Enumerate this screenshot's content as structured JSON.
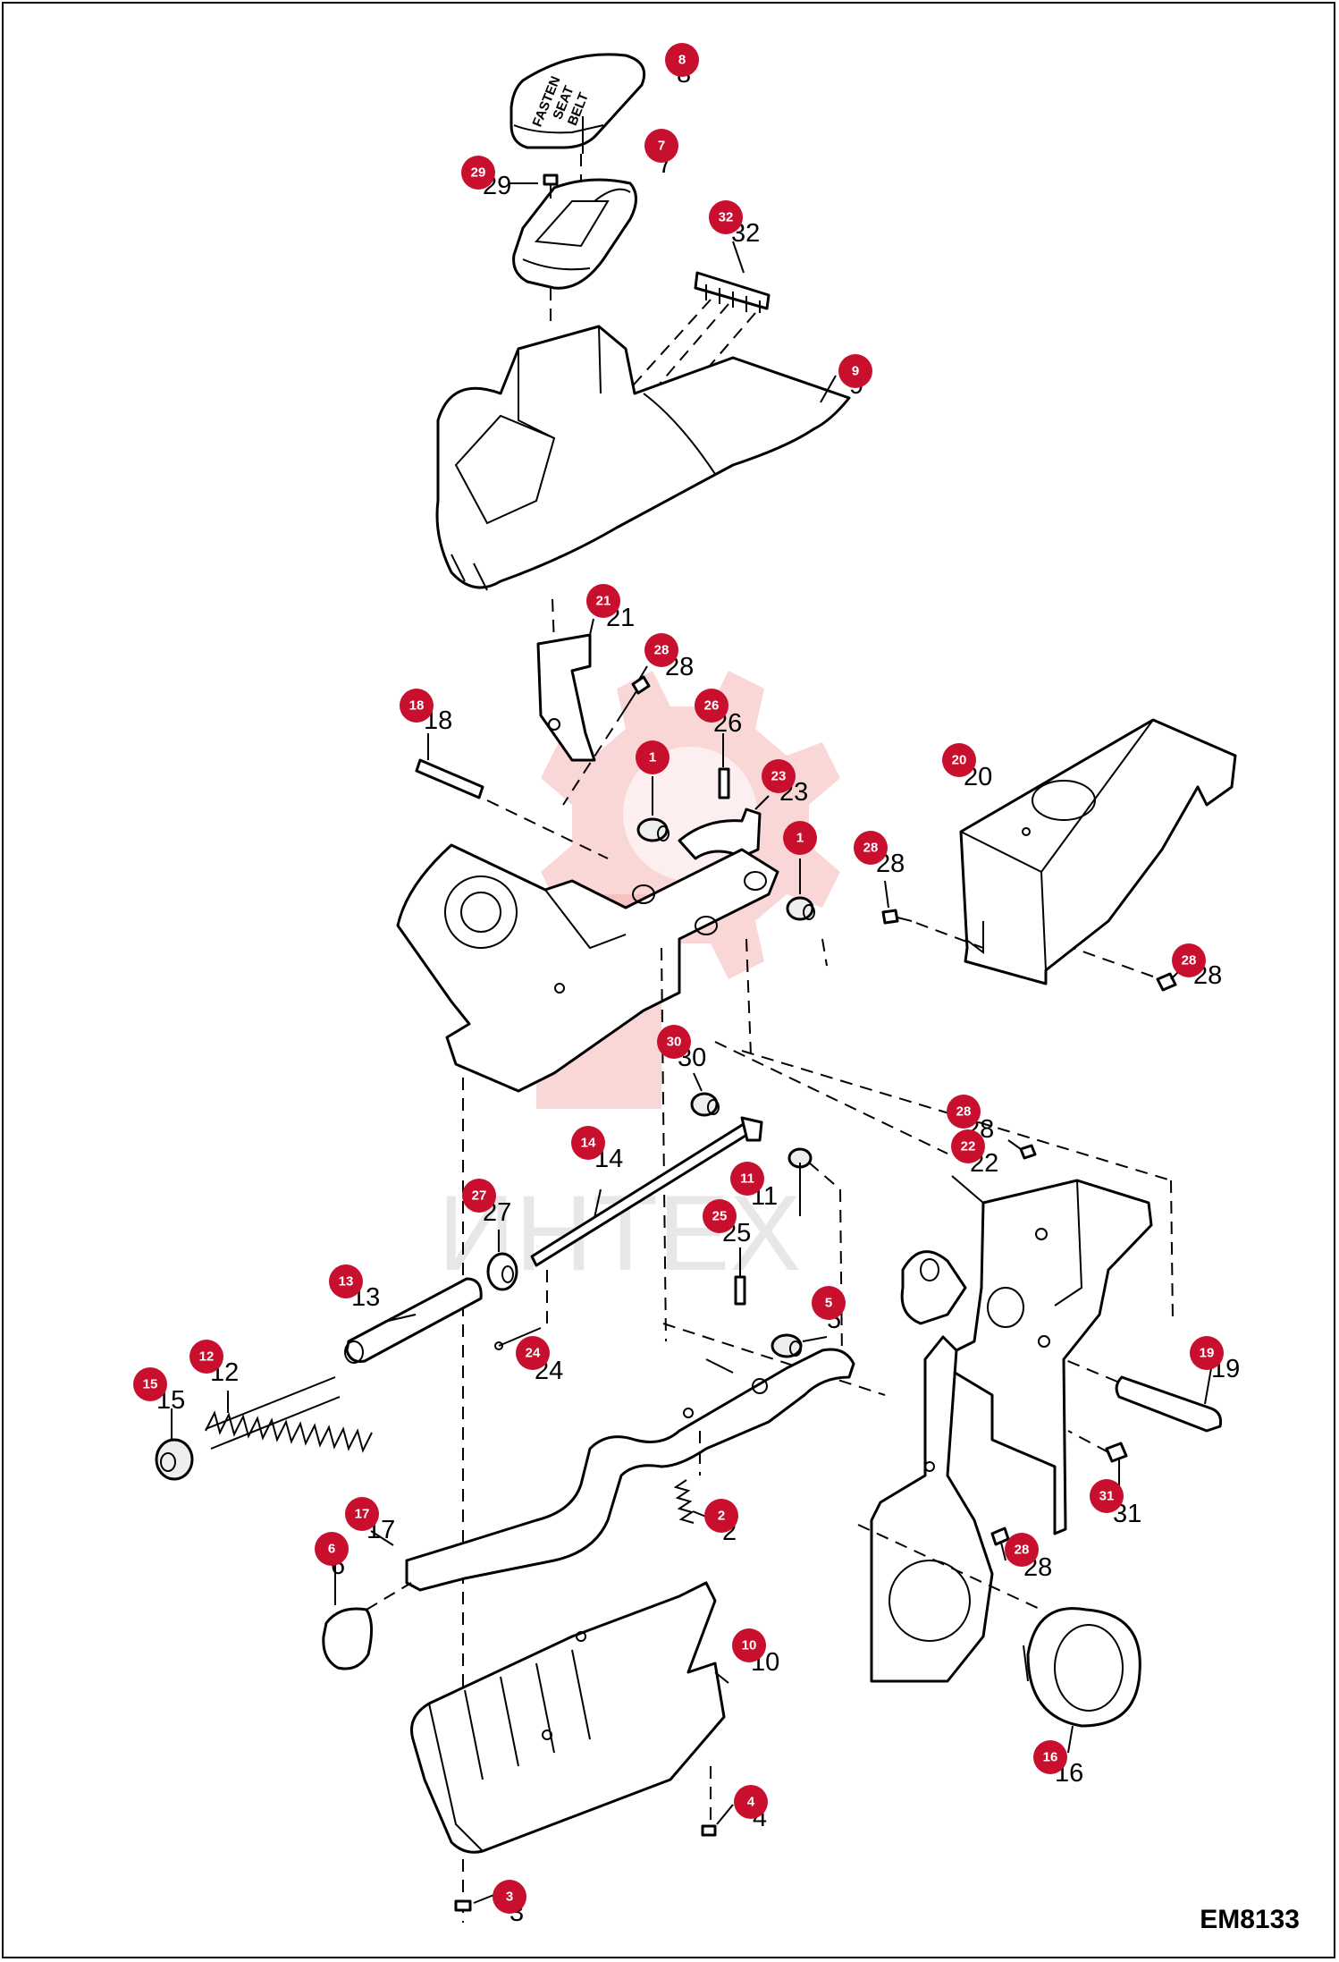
{
  "drawing_code": "EM8133",
  "watermark": {
    "text": "ИНТЕХ"
  },
  "knob_label": [
    "FASTEN",
    "SEAT",
    "BELT"
  ],
  "parts": [
    {
      "id": "8",
      "badge": "8",
      "label": "8"
    },
    {
      "id": "7",
      "badge": "7",
      "label": "7"
    },
    {
      "id": "29",
      "badge": "29",
      "label": "29"
    },
    {
      "id": "32",
      "badge": "32",
      "label": "32"
    },
    {
      "id": "9",
      "badge": "9",
      "label": "9"
    },
    {
      "id": "21",
      "badge": "21",
      "label": "21"
    },
    {
      "id": "28a",
      "badge": "28",
      "label": "28"
    },
    {
      "id": "18",
      "badge": "18",
      "label": "18"
    },
    {
      "id": "26",
      "badge": "26",
      "label": "26"
    },
    {
      "id": "1a",
      "badge": "1",
      "label": "1"
    },
    {
      "id": "23",
      "badge": "23",
      "label": "23"
    },
    {
      "id": "1b",
      "badge": "1",
      "label": "1"
    },
    {
      "id": "20",
      "badge": "20",
      "label": "20"
    },
    {
      "id": "28b",
      "badge": "28",
      "label": "28"
    },
    {
      "id": "28c",
      "badge": "28",
      "label": "28"
    },
    {
      "id": "30",
      "badge": "30",
      "label": "30"
    },
    {
      "id": "28d",
      "badge": "28",
      "label": "28"
    },
    {
      "id": "22",
      "badge": "22",
      "label": "22"
    },
    {
      "id": "14",
      "badge": "14",
      "label": "14"
    },
    {
      "id": "11",
      "badge": "11",
      "label": "11"
    },
    {
      "id": "27",
      "badge": "27",
      "label": "27"
    },
    {
      "id": "25",
      "badge": "25",
      "label": "25"
    },
    {
      "id": "13",
      "badge": "13",
      "label": "13"
    },
    {
      "id": "5",
      "badge": "5",
      "label": "5"
    },
    {
      "id": "24",
      "badge": "24",
      "label": "24"
    },
    {
      "id": "12",
      "badge": "12",
      "label": "12"
    },
    {
      "id": "19",
      "badge": "19",
      "label": "19"
    },
    {
      "id": "15",
      "badge": "15",
      "label": "15"
    },
    {
      "id": "2",
      "badge": "2",
      "label": "2"
    },
    {
      "id": "31",
      "badge": "31",
      "label": "31"
    },
    {
      "id": "17",
      "badge": "17",
      "label": "17"
    },
    {
      "id": "6",
      "badge": "6",
      "label": "6"
    },
    {
      "id": "28e",
      "badge": "28",
      "label": "28"
    },
    {
      "id": "10",
      "badge": "10",
      "label": "10"
    },
    {
      "id": "16",
      "badge": "16",
      "label": "16"
    },
    {
      "id": "4",
      "badge": "4",
      "label": "4"
    },
    {
      "id": "3",
      "badge": "3",
      "label": "3"
    }
  ]
}
